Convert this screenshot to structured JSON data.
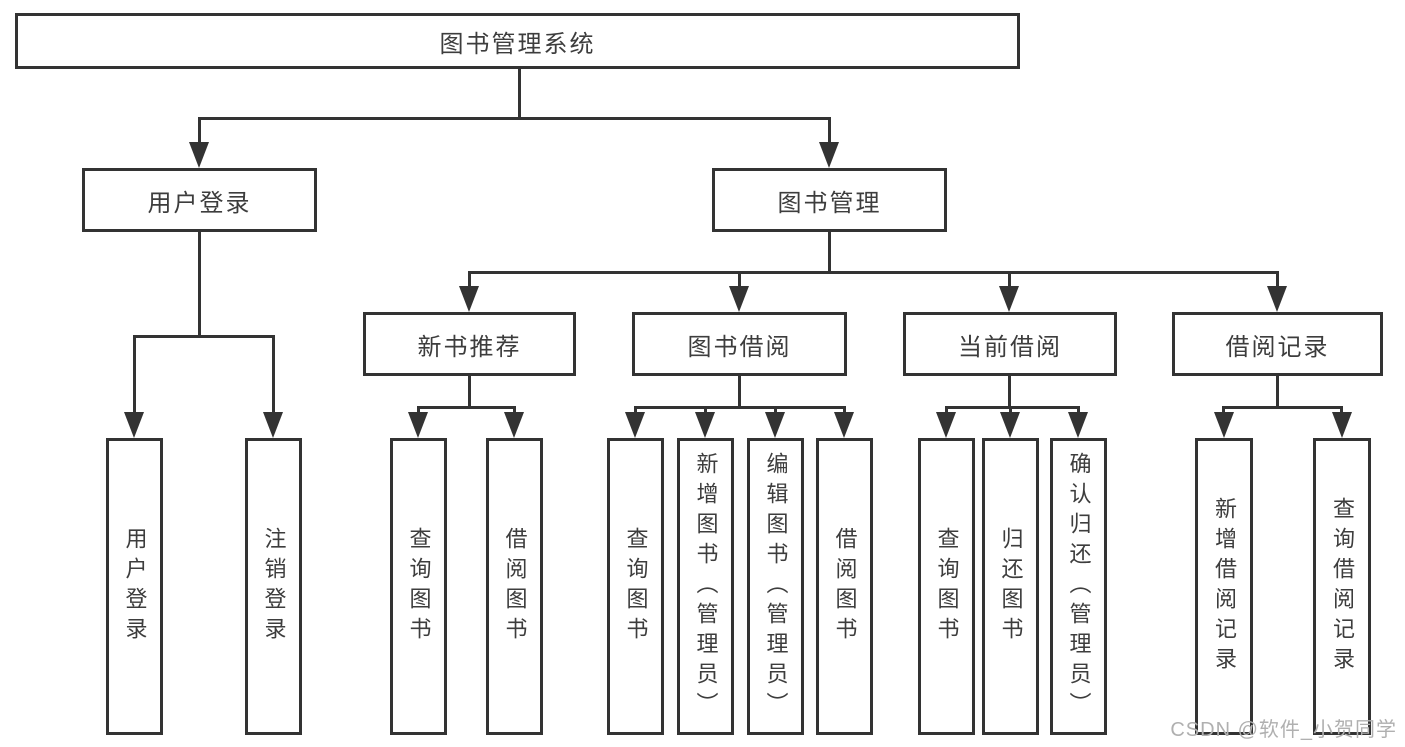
{
  "colors": {
    "line": "#333333",
    "text": "#3d3d3d",
    "watermark": "#b0b0b0",
    "background": "#ffffff"
  },
  "watermark": {
    "text": "CSDN @软件_小贺同学"
  },
  "tree": {
    "root": {
      "label": "图书管理系统"
    },
    "branches": [
      {
        "label": "用户登录",
        "children": [
          {
            "label": "用户登录"
          },
          {
            "label": "注销登录"
          }
        ]
      },
      {
        "label": "图书管理",
        "children": [
          {
            "label": "新书推荐",
            "children": [
              {
                "label": "查询图书"
              },
              {
                "label": "借阅图书"
              }
            ]
          },
          {
            "label": "图书借阅",
            "children": [
              {
                "label": "查询图书"
              },
              {
                "label": "新增图书（管理员）"
              },
              {
                "label": "编辑图书（管理员）"
              },
              {
                "label": "借阅图书"
              }
            ]
          },
          {
            "label": "当前借阅",
            "children": [
              {
                "label": "查询图书"
              },
              {
                "label": "归还图书"
              },
              {
                "label": "确认归还（管理员）"
              }
            ]
          },
          {
            "label": "借阅记录",
            "children": [
              {
                "label": "新增借阅记录"
              },
              {
                "label": "查询借阅记录"
              }
            ]
          }
        ]
      }
    ]
  }
}
